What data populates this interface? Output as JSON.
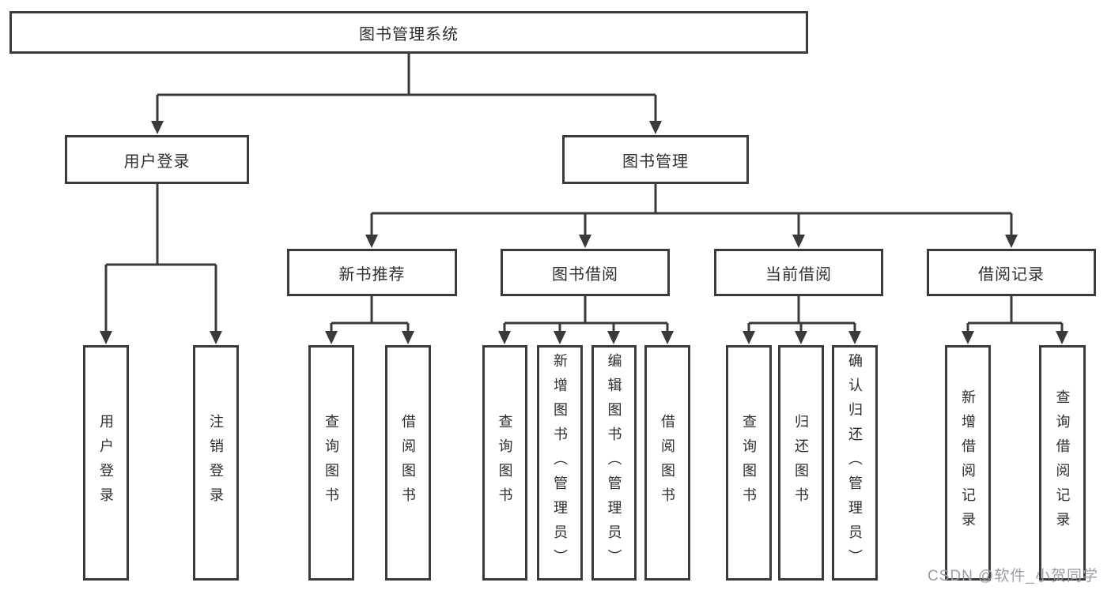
{
  "diagram_title": "图书管理系统",
  "tree": {
    "label": "图书管理系统",
    "children": [
      {
        "label": "用户登录",
        "children": [
          {
            "label": "用户登录"
          },
          {
            "label": "注销登录"
          }
        ]
      },
      {
        "label": "图书管理",
        "children": [
          {
            "label": "新书推荐",
            "children": [
              {
                "label": "查询图书"
              },
              {
                "label": "借阅图书"
              }
            ]
          },
          {
            "label": "图书借阅",
            "children": [
              {
                "label": "查询图书"
              },
              {
                "label": "新增图书（管理员）"
              },
              {
                "label": "编辑图书（管理员）"
              },
              {
                "label": "借阅图书"
              }
            ]
          },
          {
            "label": "当前借阅",
            "children": [
              {
                "label": "查询图书"
              },
              {
                "label": "归还图书"
              },
              {
                "label": "确认归还（管理员）"
              }
            ]
          },
          {
            "label": "借阅记录",
            "children": [
              {
                "label": "新增借阅记录"
              },
              {
                "label": "查询借阅记录"
              }
            ]
          }
        ]
      }
    ]
  },
  "watermark": {
    "text": "CSDN @软件_小贺同学"
  },
  "colors": {
    "line": "#3a3a3a",
    "box_border": "#3a3a3a",
    "box_fill": "#ffffff",
    "text": "#2e2e2e",
    "watermark": "#9b9ba8",
    "bg": "#ffffff"
  }
}
